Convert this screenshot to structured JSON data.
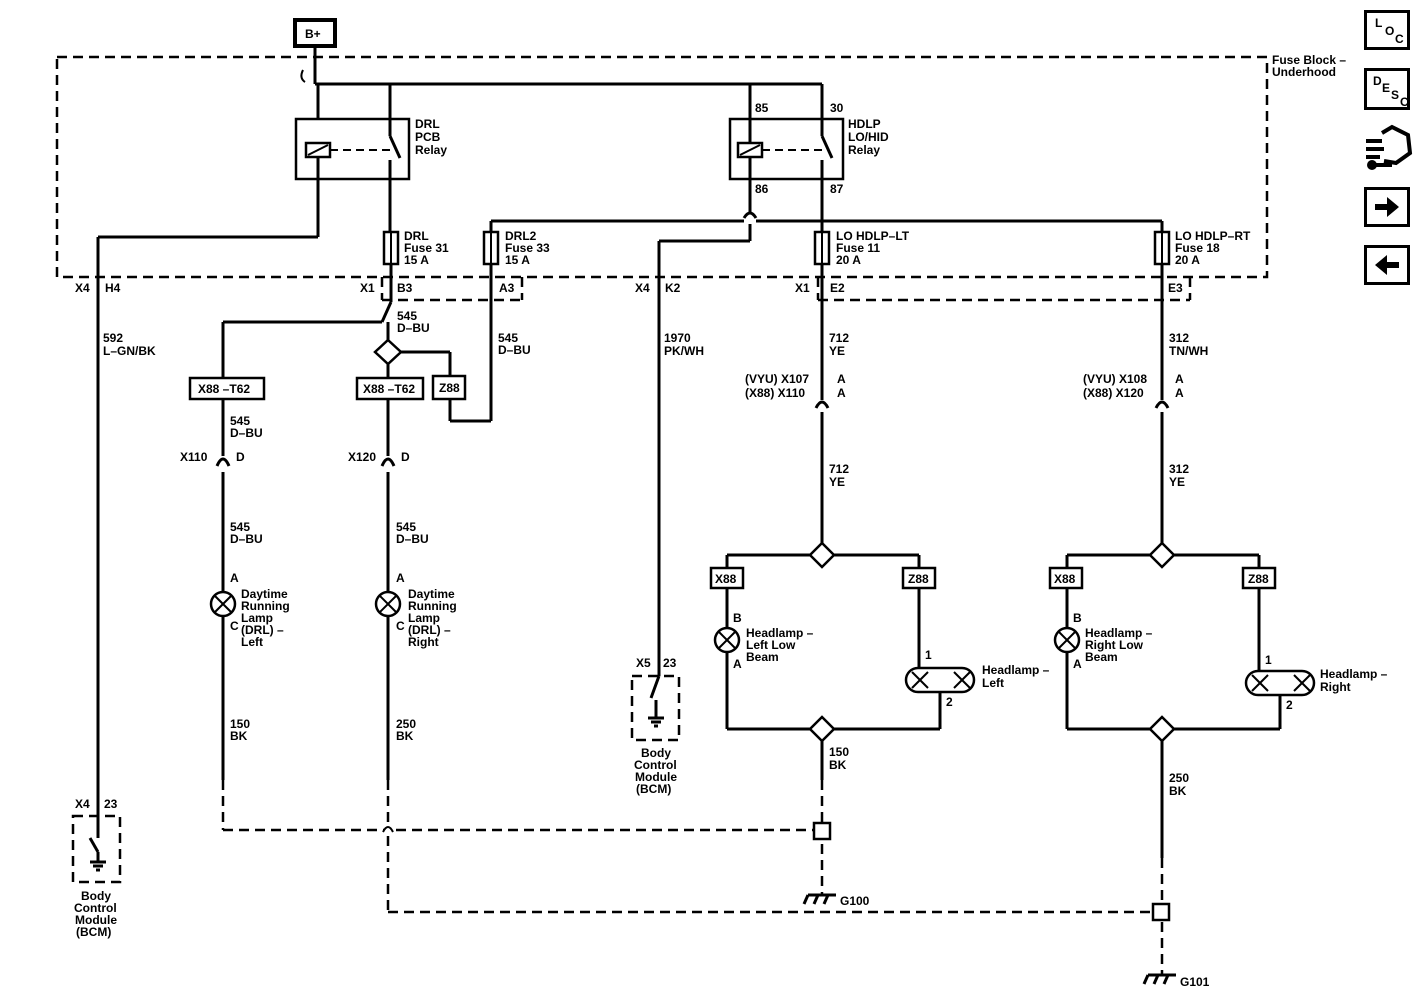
{
  "nav": {
    "loc": {
      "l": "L",
      "o": "O",
      "c": "C"
    },
    "desc": {
      "d": "D",
      "e": "E",
      "s": "S",
      "c": "C"
    }
  },
  "diagram": {
    "battery": "B+",
    "fuse_block": [
      "Fuse Block –",
      "Underhood"
    ],
    "relay_drl": [
      "DRL",
      "PCB",
      "Relay"
    ],
    "relay_hdlp": [
      "HDLP",
      "LO/HID",
      "Relay"
    ],
    "pin_85": "85",
    "pin_30": "30",
    "pin_86": "86",
    "pin_87": "87",
    "fuse_drl": [
      "DRL",
      "Fuse 31",
      "15 A"
    ],
    "fuse_drl2": [
      "DRL2",
      "Fuse 33",
      "15 A"
    ],
    "fuse_lo_lt": [
      "LO HDLP–LT",
      "Fuse 11",
      "20 A"
    ],
    "fuse_lo_rt": [
      "LO HDLP–RT",
      "Fuse 18",
      "20 A"
    ],
    "conn_x4h4": [
      "X4",
      "H4"
    ],
    "conn_x1b3": [
      "X1",
      "B3"
    ],
    "conn_a3": "A3",
    "conn_x4k2": [
      "X4",
      "K2"
    ],
    "conn_x1e2": [
      "X1",
      "E2"
    ],
    "conn_e3": "E3",
    "wire_592": [
      "592",
      "L–GN/BK"
    ],
    "wire_545_top": [
      "545",
      "D–BU"
    ],
    "wire_545_a3": [
      "545",
      "D–BU"
    ],
    "wire_1970": [
      "1970",
      "PK/WH"
    ],
    "wire_712_top": [
      "712",
      "YE"
    ],
    "wire_312_top": [
      "312",
      "TN/WH"
    ],
    "tag_x88_t62_l": "X88 –T62",
    "tag_x88_t62_r": "X88 –T62",
    "tag_z88": "Z88",
    "wire_545_l1": [
      "545",
      "D–BU"
    ],
    "conn_x110": [
      "X110",
      "D"
    ],
    "conn_x120": [
      "X120",
      "D"
    ],
    "wire_545_l2": [
      "545",
      "D–BU"
    ],
    "wire_545_r2": [
      "545",
      "D–BU"
    ],
    "conn_x107": [
      "(VYU) X107",
      "(X88) X110"
    ],
    "conn_x107_pins": [
      "A",
      "A"
    ],
    "conn_x108": [
      "(VYU) X108",
      "(X88) X120"
    ],
    "conn_x108_pins": [
      "A",
      "A"
    ],
    "wire_712_mid": [
      "712",
      "YE"
    ],
    "wire_312_mid": [
      "312",
      "YE"
    ],
    "drl_left": [
      "Daytime",
      "Running",
      "Lamp",
      "(DRL) –",
      "Left"
    ],
    "drl_right": [
      "Daytime",
      "Running",
      "Lamp",
      "(DRL) –",
      "Right"
    ],
    "pin_a": "A",
    "pin_c": "C",
    "pin_b": "B",
    "pin_1": "1",
    "pin_2": "2",
    "tag_x88": "X88",
    "tag_z88b": "Z88",
    "hl_left_low": [
      "Headlamp –",
      "Left Low",
      "Beam"
    ],
    "hl_right_low": [
      "Headlamp –",
      "Right Low",
      "Beam"
    ],
    "hl_left": [
      "Headlamp –",
      "Left"
    ],
    "hl_right": [
      "Headlamp –",
      "Right"
    ],
    "conn_x5_23": [
      "X5",
      "23"
    ],
    "conn_x4_23": [
      "X4",
      "23"
    ],
    "bcm": [
      "Body",
      "Control",
      "Module",
      "(BCM)"
    ],
    "wire_150_l": [
      "150",
      "BK"
    ],
    "wire_250_l": [
      "250",
      "BK"
    ],
    "wire_150_r": [
      "150",
      "BK"
    ],
    "wire_250_r": [
      "250",
      "BK"
    ],
    "g100": "G100",
    "g101": "G101"
  }
}
